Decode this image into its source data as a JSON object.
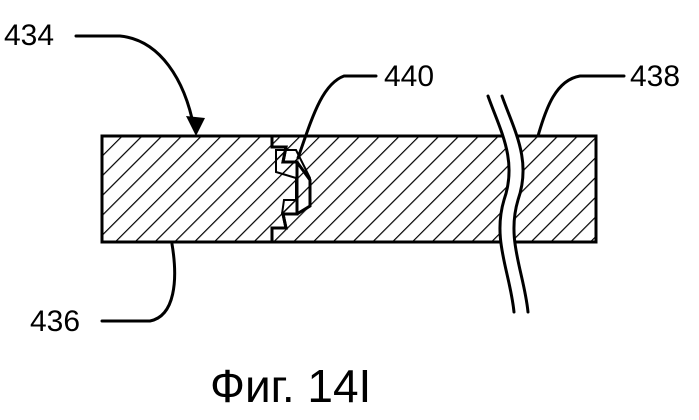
{
  "labels": {
    "ref_434": "434",
    "ref_436": "436",
    "ref_438": "438",
    "ref_440": "440"
  },
  "caption": "Фиг. 14I",
  "colors": {
    "ink": "#000000",
    "background": "#ffffff"
  }
}
